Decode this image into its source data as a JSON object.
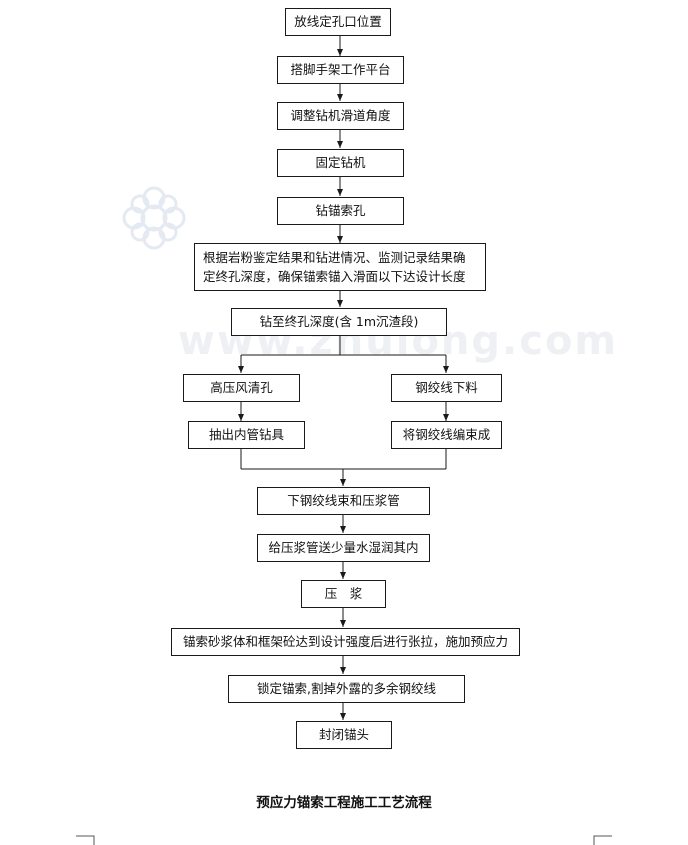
{
  "flowchart": {
    "steps": {
      "s1": "放线定孔口位置",
      "s2": "搭脚手架工作平台",
      "s3": "调整钻机滑道角度",
      "s4": "固定钻机",
      "s5": "钻锚索孔",
      "s6_line1": "根据岩粉鉴定结果和钻进情况、监测记录结果确",
      "s6_line2": "定终孔深度，确保锚索锚入滑面以下达设计长度",
      "s7": "钻至终孔深度(含 1m沉渣段)",
      "left1": "高压风清孔",
      "left2": "抽出内管钻具",
      "right1": "钢绞线下料",
      "right2": "将钢绞线编束成",
      "s8": "下钢绞线束和压浆管",
      "s9": "给压浆管送少量水湿润其内",
      "s10": "压　浆",
      "s11": "锚索砂浆体和框架砼达到设计强度后进行张拉，施加预应力",
      "s12": "锁定锚索,割掉外露的多余钢绞线",
      "s13": "封闭锚头"
    },
    "caption": "预应力锚索工程施工工艺流程"
  },
  "watermark": {
    "text": "www.zhulong.com",
    "color": "#e6eaf2"
  }
}
